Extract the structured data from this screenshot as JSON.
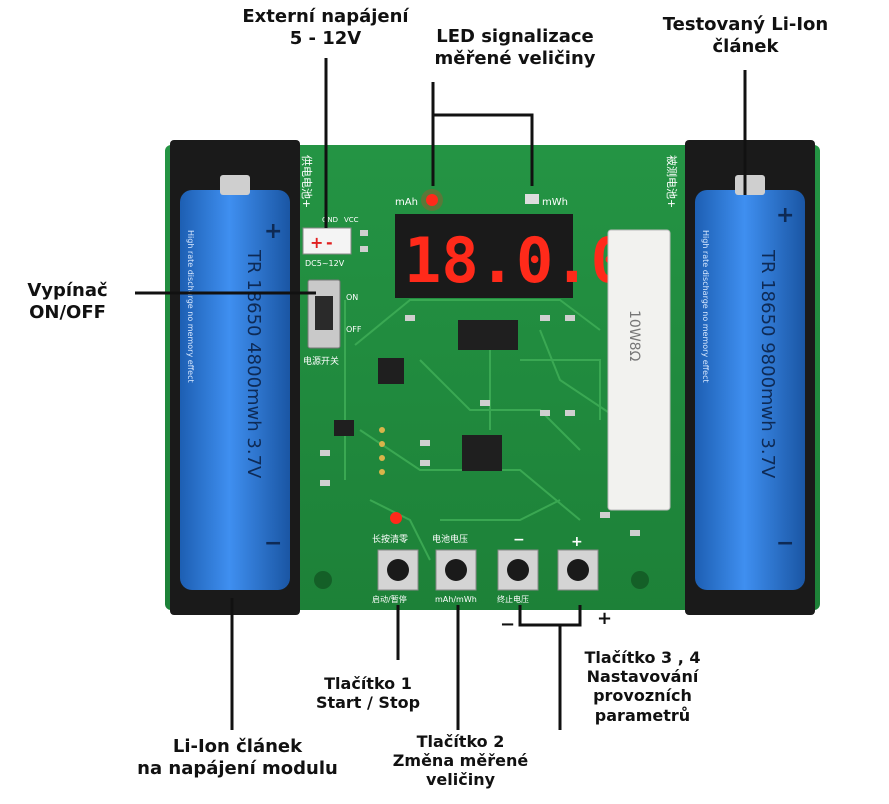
{
  "colors": {
    "pcb": "#1f8a3a",
    "pcb_dark": "#17702e",
    "trace": "#3fae57",
    "battery": "#2a78d8",
    "battery_dark": "#1d5fb3",
    "holder": "#1a1a1a",
    "led_red": "#ff2a1a",
    "display_bg": "#1a1a1a",
    "resistor": "#f2f2ef",
    "text": "#111111"
  },
  "labels": {
    "external_power": [
      "Externí napájení",
      "5 - 12V"
    ],
    "led_indication": [
      "LED signalizace",
      "měřené veličiny"
    ],
    "tested_cell": [
      "Testovaný Li-Ion",
      "článek"
    ],
    "switch": [
      "Vypínač",
      "ON/OFF"
    ],
    "button1": [
      "Tlačítko 1",
      "Start / Stop"
    ],
    "button2": [
      "Tlačítko 2",
      "Změna měřené",
      "veličiny"
    ],
    "buttons34": [
      "Tlačítko 3 , 4",
      "Nastavování",
      "provozních",
      "parametrů"
    ],
    "supply_cell": [
      "Li-Ion článek",
      "na napájení modulu"
    ]
  },
  "board": {
    "display_value": "18.0.0",
    "led_left": "mAh",
    "led_right": "mWh",
    "terminal_sign_plus": "+",
    "terminal_sign_minus": "-",
    "terminal_text": "DC5~12V",
    "gnd_label": "GND",
    "vcc_label": "VCC",
    "on_label": "ON",
    "off_label": "OFF",
    "resistor_text": "10W8Ω",
    "button_minus": "−",
    "button_plus": "+",
    "button_bottom_minus": "−",
    "button_bottom_plus": "+",
    "btn1_caption_top": "长按清零",
    "btn2_caption_top": "电池电压",
    "btn1_caption_bottom": "启动/暂停",
    "btn2_caption_bottom": "mAh/mWh",
    "btn3_caption_bottom": "终止电压",
    "switch_caption": "电源开关",
    "chinese_left": "供电电池+",
    "chinese_right": "被测电池+"
  },
  "battery_left": {
    "text_main": "TR 18650 4800mwh 3.7V",
    "text_small": "High rate discharge no memory effect"
  },
  "battery_right": {
    "text_main": "TR 18650 9800mwh 3.7V",
    "text_small": "High rate discharge no memory effect"
  }
}
